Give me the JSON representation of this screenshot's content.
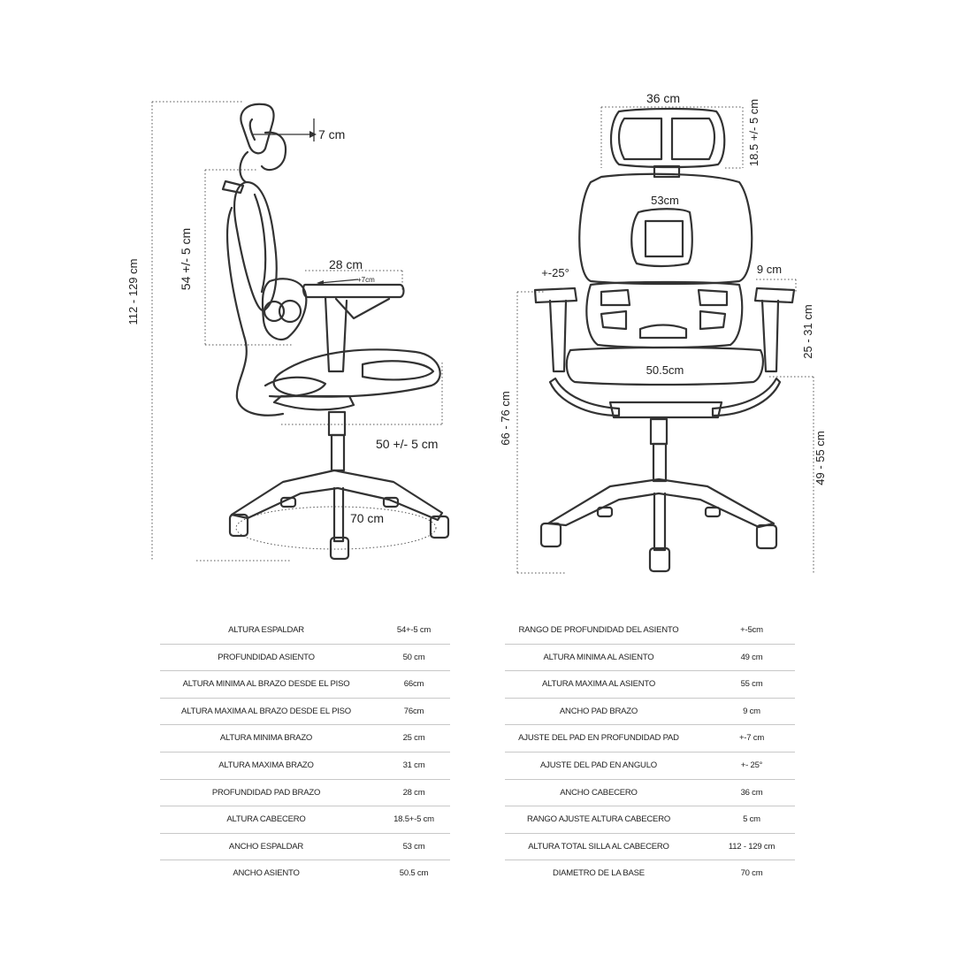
{
  "diagram": {
    "side_view": {
      "total_height": "112 - 129 cm",
      "backrest_height": "54 +/- 5 cm",
      "headrest_adjust": "7 cm",
      "armpad_depth": "28 cm",
      "armpad_slide": "+7cm",
      "seat_height": "50 +/- 5 cm",
      "base_diameter": "70 cm"
    },
    "front_view": {
      "headrest_width": "36 cm",
      "headrest_height": "18.5 +/- 5 cm",
      "backrest_width": "53cm",
      "armpad_angle": "+-25°",
      "armpad_width": "9 cm",
      "arm_height": "25 - 31 cm",
      "seat_width": "50.5cm",
      "floor_to_arm": "66 - 76 cm",
      "seat_height": "49 - 55 cm"
    }
  },
  "specs_left": [
    {
      "label": "ALTURA ESPALDAR",
      "value": "54+-5 cm"
    },
    {
      "label": "PROFUNDIDAD ASIENTO",
      "value": "50 cm"
    },
    {
      "label": "ALTURA MINIMA AL BRAZO DESDE EL PISO",
      "value": "66cm"
    },
    {
      "label": "ALTURA MAXIMA  AL BRAZO DESDE EL PISO",
      "value": "76cm"
    },
    {
      "label": "ALTURA MINIMA BRAZO",
      "value": "25 cm"
    },
    {
      "label": "ALTURA MAXIMA BRAZO",
      "value": "31 cm"
    },
    {
      "label": "PROFUNDIDAD PAD BRAZO",
      "value": "28 cm"
    },
    {
      "label": "ALTURA CABECERO",
      "value": "18.5+-5 cm"
    },
    {
      "label": "ANCHO ESPALDAR",
      "value": "53 cm"
    },
    {
      "label": "ANCHO ASIENTO",
      "value": "50.5 cm"
    }
  ],
  "specs_right": [
    {
      "label": "RANGO DE PROFUNDIDAD DEL ASIENTO",
      "value": "+-5cm"
    },
    {
      "label": "ALTURA MINIMA AL ASIENTO",
      "value": "49 cm"
    },
    {
      "label": "ALTURA MAXIMA AL ASIENTO",
      "value": "55 cm"
    },
    {
      "label": "ANCHO PAD BRAZO",
      "value": "9 cm"
    },
    {
      "label": "AJUSTE DEL PAD EN PROFUNDIDAD PAD",
      "value": "+-7 cm"
    },
    {
      "label": "AJUSTE DEL PAD EN ANGULO",
      "value": "+- 25°"
    },
    {
      "label": "ANCHO CABECERO",
      "value": "36 cm"
    },
    {
      "label": "RANGO AJUSTE ALTURA CABECERO",
      "value": "5 cm"
    },
    {
      "label": "ALTURA TOTAL SILLA AL CABECERO",
      "value": "112 - 129 cm"
    },
    {
      "label": "DIAMETRO DE LA BASE",
      "value": "70 cm"
    }
  ]
}
